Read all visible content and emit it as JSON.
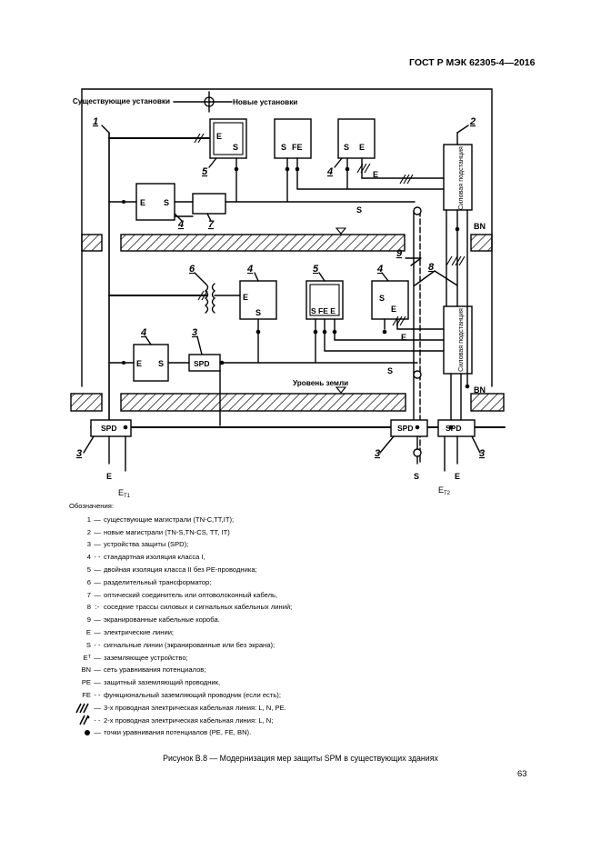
{
  "header": {
    "standard": "ГОСТ Р МЭК 62305-4—2016"
  },
  "diagram": {
    "arrow_left_label": "Существующие установки",
    "arrow_right_label": "Новые установки",
    "ground_level_label": "Уровень земли",
    "num_1": "1",
    "num_2": "2",
    "num_3": "3",
    "num_4": "4",
    "num_5": "5",
    "num_6": "6",
    "num_7": "7",
    "num_8": "8",
    "num_9": "9",
    "E": "E",
    "S": "S",
    "FE": "FE",
    "BN": "BN",
    "SPD": "SPD",
    "SFEE": "S FE E",
    "substation": "Силовая подстанция",
    "et1_base": "E",
    "et1_sub": "T1",
    "et2_base": "E",
    "et2_sub": "T2"
  },
  "legend": {
    "title": "Обозначения:",
    "items": [
      {
        "key": "1",
        "dash": "—",
        "text": "существующие магистрали (TN-C,TT,IT);"
      },
      {
        "key": "2",
        "dash": "—",
        "text": "новые магистрали (TN-S,TN-CS, TT, IT)"
      },
      {
        "key": "3",
        "dash": "—",
        "text": "устройства защиты (SPD);"
      },
      {
        "key": "4",
        "dash": "- -",
        "text": "стандартная изоляция класса I,"
      },
      {
        "key": "5",
        "dash": "—",
        "text": "двойная изоляция класса II без PE-проводника;"
      },
      {
        "key": "6",
        "dash": "—",
        "text": "разделительный трансформатор;"
      },
      {
        "key": "7",
        "dash": "—",
        "text": "оптический соединитель или оптоволоконный кабель,"
      },
      {
        "key": "8",
        "dash": ":-",
        "text": "соседние трассы силовых и сигнальных кабельных линий;"
      },
      {
        "key": "9",
        "dash": "—",
        "text": "экранированные кабельные короба."
      },
      {
        "key": "E",
        "dash": "—",
        "text": "электрические линии;"
      },
      {
        "key": "S",
        "dash": "- -",
        "text": "сигнальные линии (экранированные или без экрана);"
      },
      {
        "key": "E",
        "sub": "T",
        "dash": "—",
        "text": "заземляющее устройство;"
      },
      {
        "key": "BN",
        "dash": "—",
        "text": "сеть уравнивания потенциалов;"
      },
      {
        "key": "PE",
        "dash": "—",
        "text": "защитный заземляющий проводник,"
      },
      {
        "key": "FE",
        "dash": "- -",
        "text": "функциональный заземляющий проводник (если есть);"
      },
      {
        "key": "",
        "icon": "three-wire",
        "dash": "—",
        "text": "3-х проводная электрическая кабельная линия: L, N, PE."
      },
      {
        "key": "",
        "icon": "two-wire",
        "dash": "- -",
        "text": "2-х проводная электрическая кабельная линия: L, N;"
      },
      {
        "key": "",
        "icon": "dot",
        "dash": "—",
        "text": "точки уравнивания потенциалов (PE, FE, BN)."
      }
    ]
  },
  "caption": "Рисунок В.8 — Модернизация мер защиты SPM в существующих зданиях",
  "page_number": "63"
}
